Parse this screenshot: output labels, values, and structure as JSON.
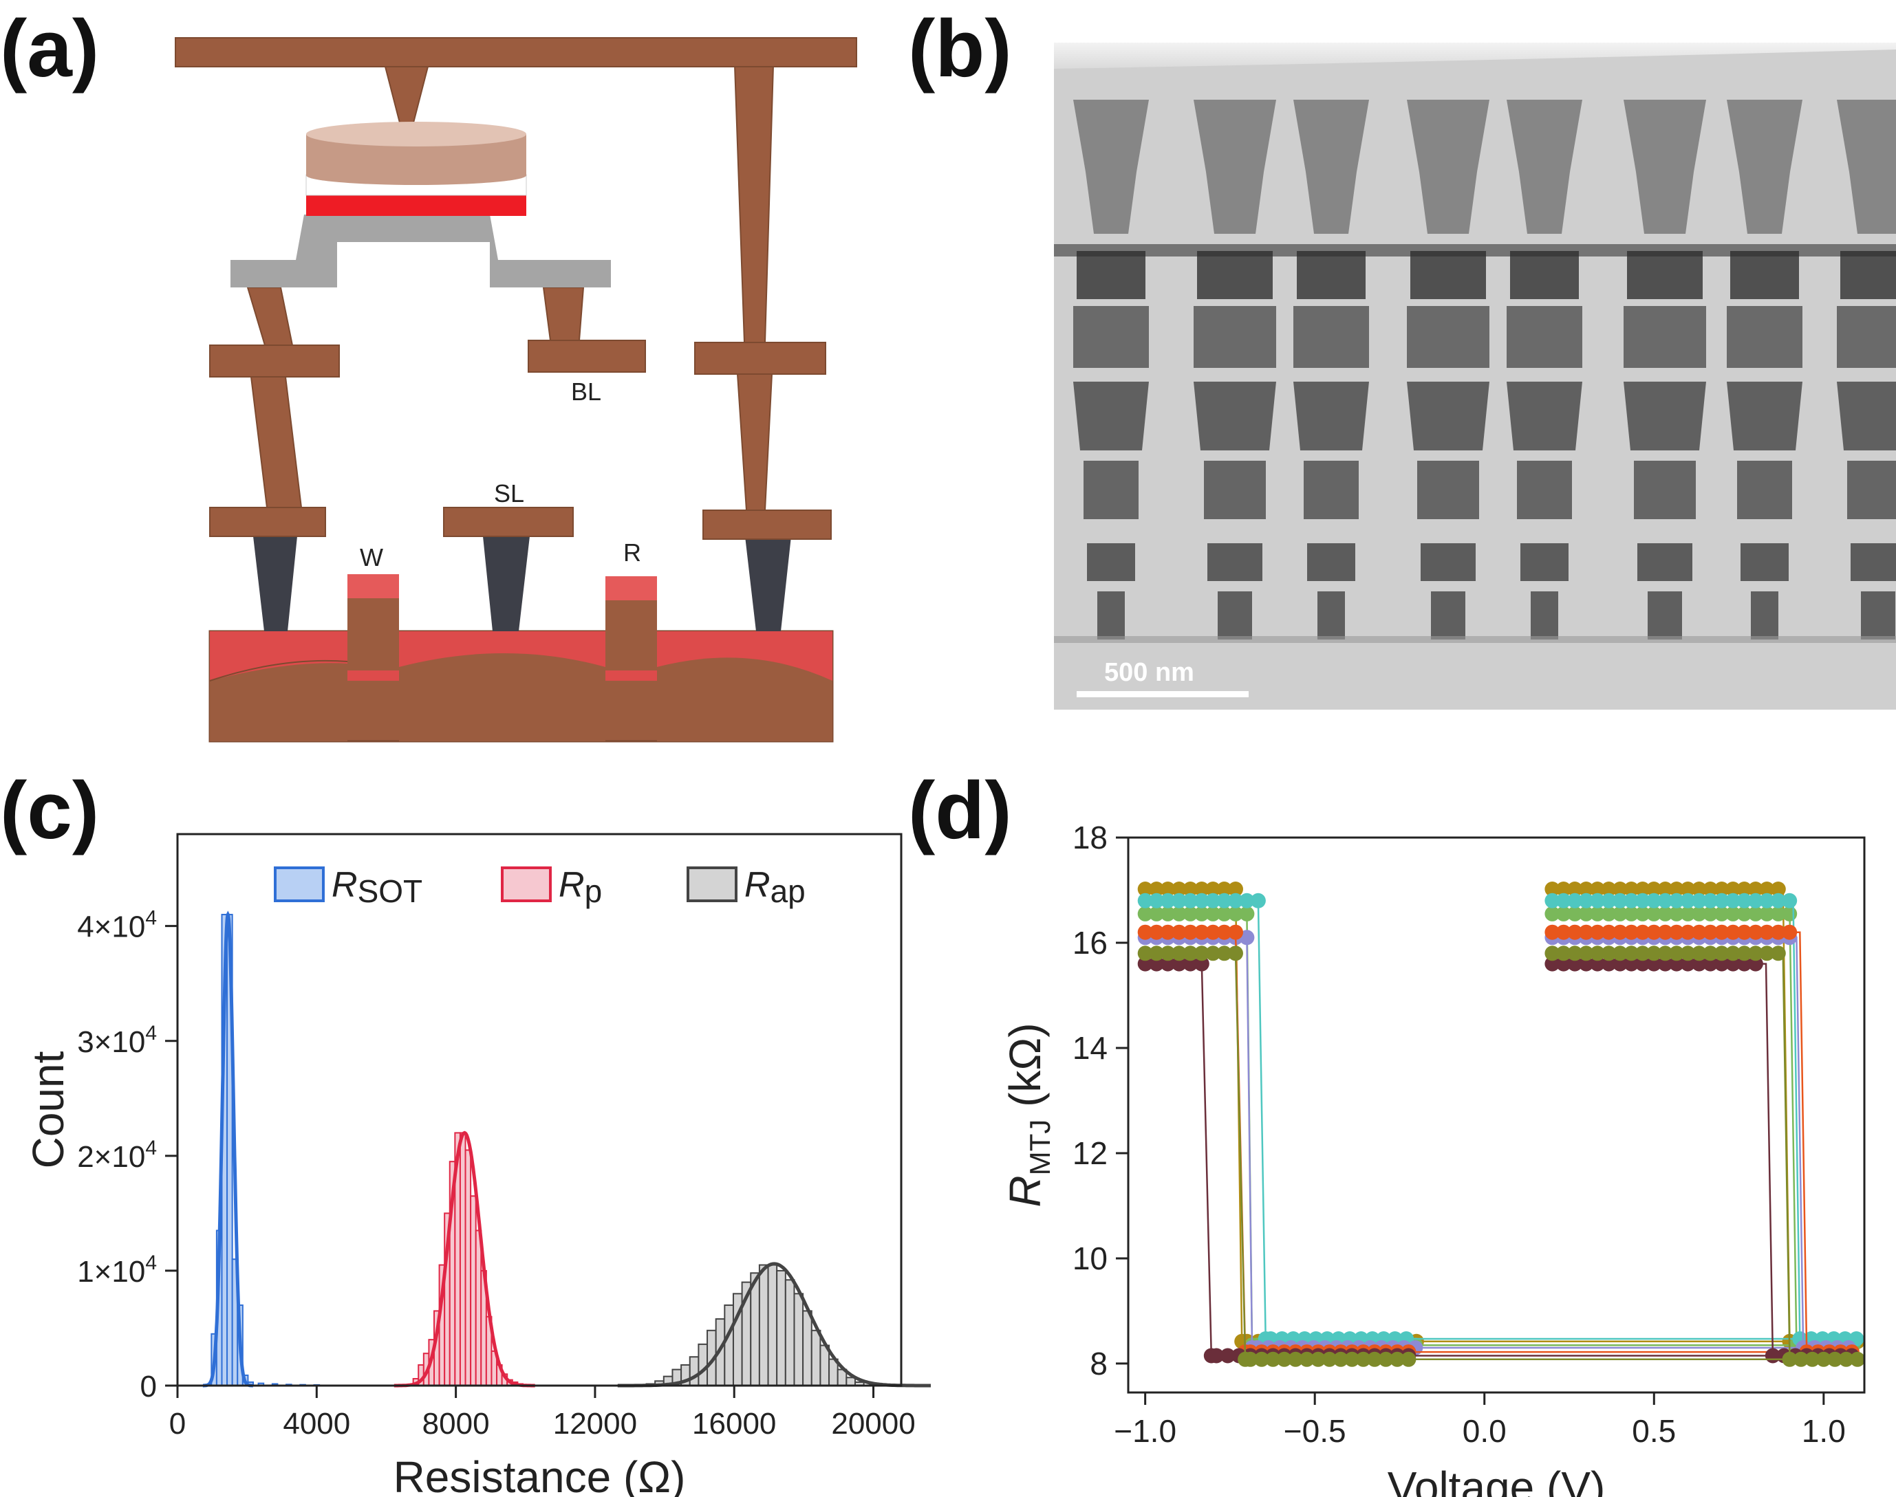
{
  "figure": {
    "panel_labels": [
      "(a)",
      "(b)",
      "(c)",
      "(d)"
    ]
  },
  "panel_a": {
    "labels": {
      "bl": "BL",
      "sl": "SL",
      "w": "W",
      "r": "R"
    },
    "colors": {
      "metal": "#9b5c3f",
      "oxide": "#dd4b4b",
      "channel_top": "#e55a5a",
      "contact": "#3d3f48",
      "sot_line": "#a5a5a5",
      "mtj_free": "#ee1c25",
      "mtj_cap": "#c69a86",
      "mtj_cap_top": "#e2c3b4"
    }
  },
  "panel_b": {
    "scale_bar": "500 nm"
  },
  "chart_data": [
    {
      "panel": "(c)",
      "type": "bar",
      "xlabel": "Resistance (Ω)",
      "ylabel": "Count",
      "xlim": [
        0,
        20800
      ],
      "ylim": [
        0,
        48000
      ],
      "x_ticks": [
        0,
        4000,
        8000,
        12000,
        16000,
        20000
      ],
      "y_ticks": [
        0,
        10000,
        20000,
        30000,
        40000
      ],
      "y_tick_labels": [
        "0",
        "1×10",
        "2×10",
        "3×10",
        "4×10"
      ],
      "y_tick_exp": "4",
      "legend": {
        "placement": "top",
        "entries": [
          {
            "prefix": "R",
            "sub": "SOT",
            "color": "#2f6fd6",
            "fill": "#b8d0f4"
          },
          {
            "prefix": "R",
            "sub": "p",
            "color": "#e02645",
            "fill": "#f6c8d0"
          },
          {
            "prefix": "R",
            "sub": "ap",
            "color": "#444444",
            "fill": "#d4d4d4"
          }
        ]
      },
      "series": [
        {
          "name": "RSOT",
          "color": "#2f6fd6",
          "fill": "#b8d0f4",
          "bin_width": 150,
          "x": [
            1050,
            1200,
            1350,
            1500,
            1650,
            1800,
            1950,
            2100,
            2400,
            2800,
            3200,
            3600,
            4000
          ],
          "values": [
            4500,
            13500,
            41000,
            41000,
            11000,
            7000,
            900,
            300,
            200,
            150,
            100,
            80,
            60
          ],
          "fit": {
            "mu": 1450,
            "sigma": 160,
            "peak": 41000
          }
        },
        {
          "name": "Rp",
          "color": "#e02645",
          "fill": "#f6c8d0",
          "bin_width": 150,
          "x": [
            6850,
            7000,
            7150,
            7300,
            7450,
            7600,
            7750,
            7900,
            8050,
            8200,
            8350,
            8500,
            8650,
            8800,
            8950,
            9100,
            9250,
            9400,
            9550,
            9700,
            9850
          ],
          "values": [
            600,
            1800,
            2800,
            4000,
            6500,
            10500,
            15000,
            19500,
            22000,
            22000,
            20500,
            16500,
            13500,
            10000,
            6000,
            3000,
            1800,
            1000,
            500,
            300,
            150
          ],
          "fit": {
            "mu": 8250,
            "sigma": 450,
            "peak": 22000
          }
        },
        {
          "name": "Rap",
          "color": "#444444",
          "fill": "#d4d4d4",
          "bin_width": 250,
          "x": [
            13600,
            13850,
            14100,
            14350,
            14600,
            14850,
            15100,
            15350,
            15600,
            15850,
            16100,
            16350,
            16600,
            16850,
            17100,
            17350,
            17600,
            17850,
            18100,
            18350,
            18600,
            18850,
            19100,
            19350,
            19600
          ],
          "values": [
            150,
            400,
            800,
            1400,
            1800,
            2500,
            3600,
            4800,
            5800,
            7000,
            8000,
            9000,
            9800,
            10500,
            10500,
            10000,
            9200,
            8000,
            6500,
            4800,
            3500,
            2300,
            1400,
            700,
            300
          ],
          "fit": {
            "mu": 17150,
            "sigma": 1000,
            "peak": 10600
          }
        }
      ]
    },
    {
      "panel": "(d)",
      "type": "line",
      "xlabel": "Voltage (V)",
      "ylabel": "R",
      "ylabel_sub": "MTJ",
      "ylabel_unit": " (kΩ)",
      "xlim": [
        -1.05,
        1.12
      ],
      "ylim": [
        7.45,
        18
      ],
      "x_ticks": [
        -1.0,
        -0.5,
        0.0,
        0.5,
        1.0
      ],
      "x_tick_labels": [
        "−1.0",
        "−0.5",
        "0.0",
        "0.5",
        "1.0"
      ],
      "y_ticks": [
        8,
        10,
        12,
        14,
        16,
        18
      ],
      "x_step": 0.0333,
      "series": [
        {
          "color": "#b08d14",
          "high": 17.02,
          "low": 8.42,
          "neg_switch": -0.73,
          "pos_switch": 0.9
        },
        {
          "color": "#7ab85a",
          "high": 16.55,
          "low": 8.35,
          "neg_switch": -0.7,
          "pos_switch": 0.92
        },
        {
          "color": "#4fc7c0",
          "high": 16.8,
          "low": 8.47,
          "neg_switch": -0.66,
          "pos_switch": 0.93
        },
        {
          "color": "#8d8ad4",
          "high": 16.1,
          "low": 8.3,
          "neg_switch": -0.7,
          "pos_switch": 0.94
        },
        {
          "color": "#e8561c",
          "high": 16.2,
          "low": 8.22,
          "neg_switch": -0.72,
          "pos_switch": 0.95
        },
        {
          "color": "#6a2e3a",
          "high": 15.6,
          "low": 8.15,
          "neg_switch": -0.82,
          "pos_switch": 0.85
        },
        {
          "color": "#7d8a2a",
          "high": 15.8,
          "low": 8.08,
          "neg_switch": -0.72,
          "pos_switch": 0.9
        }
      ]
    }
  ]
}
